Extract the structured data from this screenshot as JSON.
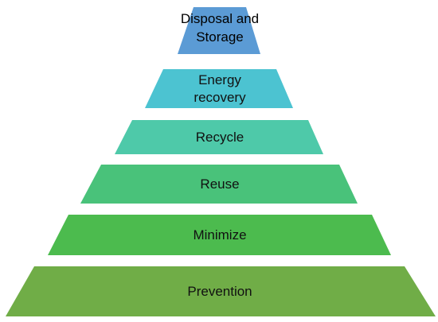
{
  "diagram": {
    "tiers": [
      {
        "lines": [
          "Disposal and",
          "Storage"
        ],
        "color": "#5b9bd5"
      },
      {
        "lines": [
          "Energy",
          "recovery"
        ],
        "color": "#4cc3d1"
      },
      {
        "lines": [
          "Recycle"
        ],
        "color": "#4ec9a9"
      },
      {
        "lines": [
          "Reuse"
        ],
        "color": "#49c27a"
      },
      {
        "lines": [
          "Minimize"
        ],
        "color": "#4cbb4e"
      },
      {
        "lines": [
          "Prevention"
        ],
        "color": "#70ad47"
      }
    ]
  }
}
